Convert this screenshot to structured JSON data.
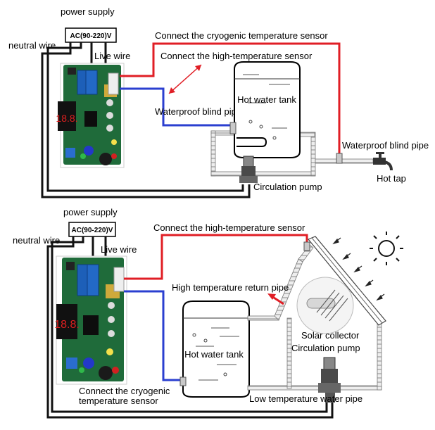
{
  "top": {
    "power_supply": "power supply",
    "ac_box": "AC(90-220)V",
    "neutral_wire": "neutral wire",
    "live_wire": "Live  wire",
    "cryo_sensor": "Connect the cryogenic temperature sensor",
    "high_sensor": "Connect the high-temperature sensor",
    "hot_water_tank": "Hot water tank",
    "blind_pipe_left": "Waterproof blind pipe",
    "blind_pipe_right": "Waterproof blind pipe",
    "circulation_pump": "Circulation pump",
    "hot_tap": "Hot tap"
  },
  "bottom": {
    "power_supply": "power supply",
    "ac_box": "AC(90-220)V",
    "neutral_wire": "neutral wire",
    "live_wire": "Live  wire",
    "high_sensor": "Connect the high-temperature sensor",
    "return_pipe": "High temperature return pipe",
    "hot_water_tank": "Hot water tank",
    "solar_collector": "Solar collector",
    "circulation_pump": "Circulation pump",
    "cryo_sensor_line1": "Connect the cryogenic",
    "cryo_sensor_line2": "temperature sensor",
    "low_pipe": "Low temperature water pipe"
  },
  "board": {
    "display_digits": "18.8."
  },
  "colors": {
    "red_wire": "#e01e25",
    "blue_wire": "#2b3fd0",
    "black_wire": "#111111",
    "pcb_green": "#1f6b3a",
    "relay_blue": "#1d5fb8",
    "display_red": "#e02020",
    "pipe_gray": "#9a9a9a"
  }
}
